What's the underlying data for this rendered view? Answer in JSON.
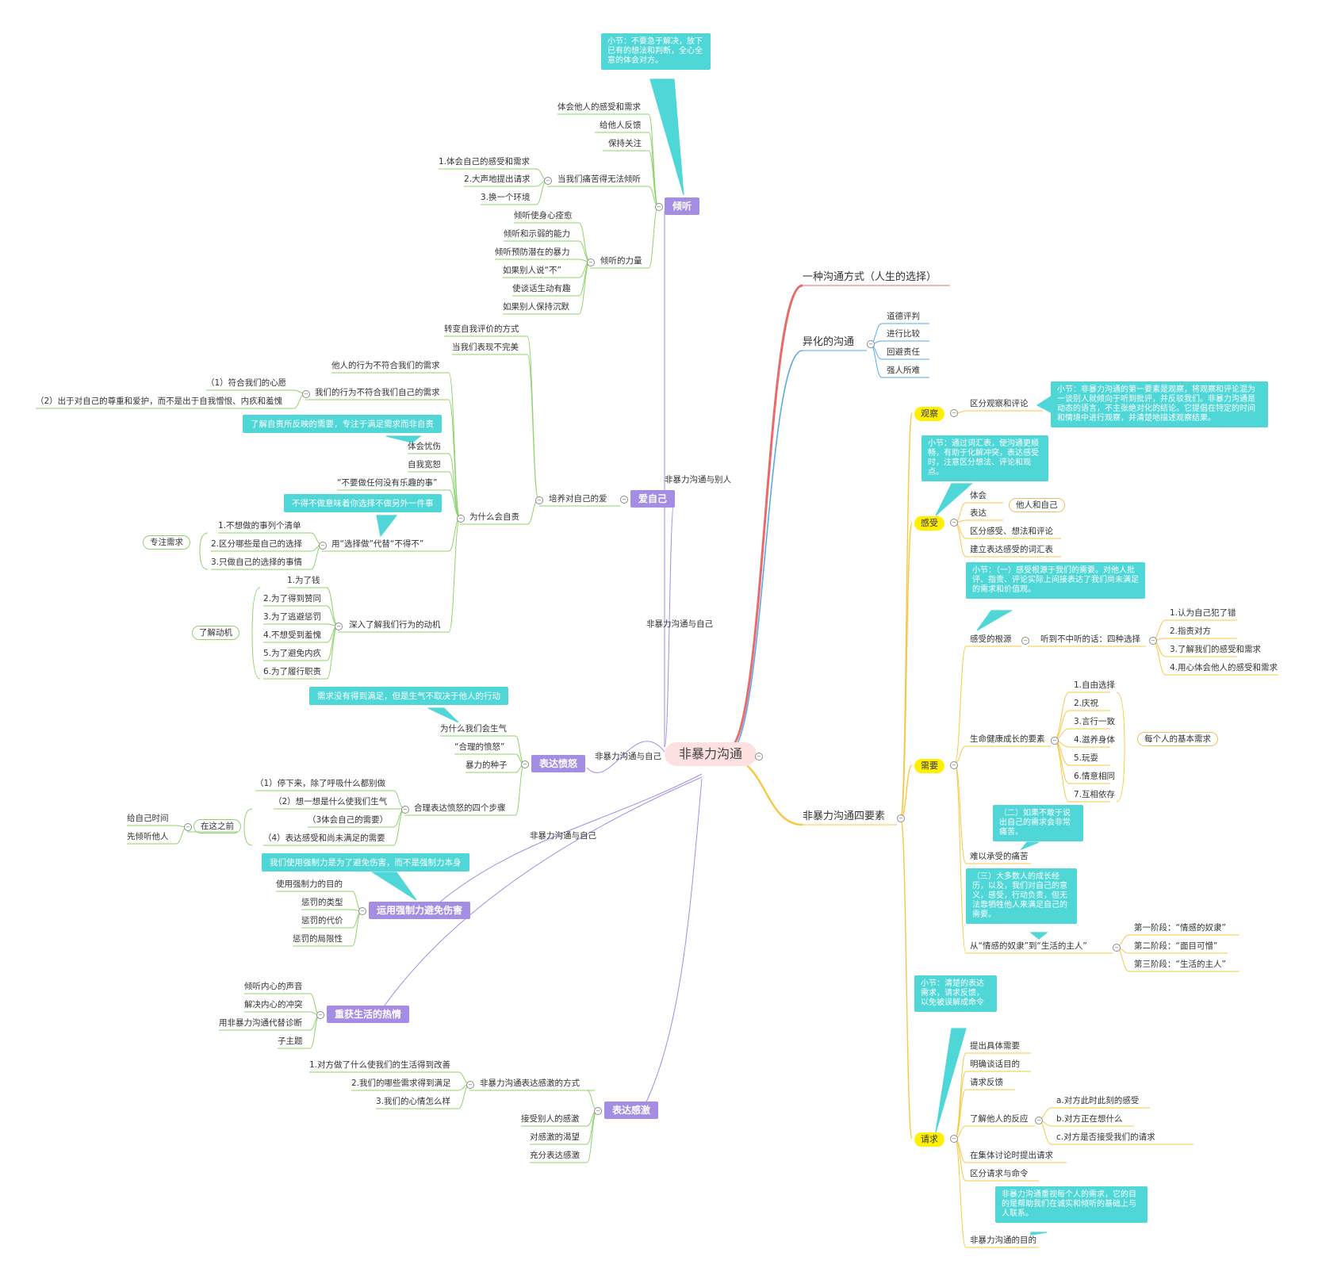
{
  "colors": {
    "green": "#8fd36e",
    "yellow": "#f7c846",
    "purple": "#a48de3",
    "teal": "#4fd6d6",
    "red": "#e96a6a",
    "blue": "#5aa8e6",
    "root_bg": "#fde0e0"
  },
  "root": "非暴力沟通",
  "relations": {
    "r1": "非暴力沟通与别人",
    "r2": "非暴力沟通与自己",
    "r3": "非暴力沟通与自己",
    "r4": "非暴力沟通与自己"
  },
  "right": {
    "choice": "一种沟通方式（人生的选择）",
    "alienated": {
      "title": "异化的沟通",
      "items": [
        "道德评判",
        "进行比较",
        "回避责任",
        "强人所难"
      ]
    },
    "four": {
      "title": "非暴力沟通四要素",
      "observe": {
        "label": "观察",
        "item": "区分观察和评论",
        "note": "小节：非暴力沟通的第一要素是观察，将观察和评论混为一谈别人就倾向于听到批评，并反驳我们。非暴力沟通是动态的语言，不主张绝对化的结论。它提倡在特定的时间和情境中进行观察，并清楚地描述观察结果。"
      },
      "feel": {
        "label": "感受",
        "note": "小节：通过词汇表，使沟通更顺畅，有助于化解冲突，表达感受时，注意区分想法、评论和观点。",
        "items": [
          "体会",
          "表达",
          "区分感受、想法和评论",
          "建立表达感受的词汇表"
        ],
        "pill": "他人和自己"
      },
      "need": {
        "label": "需要",
        "note1": "小节：（一）感受根源于我们的需要。对他人批评、指责、评论实际上间接表达了我们尚未满足的需求和价值观。",
        "root_label": "感受的根源",
        "listen_label": "听到不中听的话：四种选择",
        "listen_items": [
          "1.认为自己犯了错",
          "2.指责对方",
          "3.了解我们的感受和需求",
          "4.用心体会他人的感受和需求"
        ],
        "growth_label": "生命健康成长的要素",
        "growth_items": [
          "1.自由选择",
          "2.庆祝",
          "3.言行一致",
          "4.滋养身体",
          "5.玩耍",
          "6.情意相同",
          "7.互相依存"
        ],
        "growth_pill": "每个人的基本需求",
        "note2": "（二）如果不敢于说出自己的需求会非常痛苦。",
        "pain": "难以承受的痛苦",
        "note3": "（三）大多数人的成长经历，以及，我们对自己的意义，感受，行动负责，但无法靠牺牲他人来满足自己的需要。",
        "stage_label": "从“情感的奴隶”到“生活的主人”",
        "stages": [
          "第一阶段：“情感的奴隶”",
          "第二阶段：“面目可憎”",
          "第三阶段：“生活的主人”"
        ]
      },
      "request": {
        "label": "请求",
        "note1": "小节：清楚的表达需求，请求反馈，以免被误解成命令",
        "items": [
          "提出具体需要",
          "明确谈话目的",
          "请求反馈"
        ],
        "react_label": "了解他人的反应",
        "react_items": [
          "a.对方此时此刻的感受",
          "b.对方正在想什么",
          "c.对方是否接受我们的请求"
        ],
        "items2": [
          "在集体讨论时提出请求",
          "区分请求与命令"
        ],
        "note2": "非暴力沟通重视每个人的需求，它的目的是帮助我们在诚实和倾听的基础上与人联系。",
        "purpose": "非暴力沟通的目的"
      }
    }
  },
  "left": {
    "listen": {
      "label": "倾听",
      "note": "小节：不要急于解决，放下已有的想法和判断，全心全意的体会对方。",
      "items": [
        "体会他人的感受和需求",
        "给他人反馈",
        "保持关注"
      ],
      "pain_label": "当我们痛苦得无法倾听",
      "pain_items": [
        "1.体会自己的感受和需求",
        "2.大声地提出请求",
        "3.换一个环境"
      ],
      "power_label": "倾听的力量",
      "power_items": [
        "倾听使身心痊愈",
        "倾听和示弱的能力",
        "倾听预防潜在的暴力",
        "如果别人说“不”",
        "使谈话生动有趣",
        "如果别人保持沉默"
      ]
    },
    "love": {
      "label": "爱自己",
      "sub_label": "培养对自己的爱",
      "items": [
        "转变自我评价的方式",
        "当我们表现不完美"
      ],
      "why_label": "为什么会自责",
      "why_items": [
        "他人的行为不符合我们的需求"
      ],
      "mine_label": "我们的行为不符合我们自己的需求",
      "mine_items": [
        "（1）符合我们的心愿",
        "（2）出于对自己的尊重和爱护，而不是出于自我憎恨、内疚和羞愧"
      ],
      "cap1": "了解自责所反映的需要，专注于满足需求而非自责",
      "mid_items": [
        "体会忧伤",
        "自我宽恕",
        "“不要做任何没有乐趣的事”"
      ],
      "cap2": "不得不做意味着你选择不做另外一件事",
      "choose_label": "用“选择做”代替“不得不”",
      "choose_items": [
        "1.不想做的事列个清单",
        "2.区分哪些是自己的选择",
        "3.只做自己的选择的事情"
      ],
      "choose_pill": "专注需求",
      "motive_label": "深入了解我们行为的动机",
      "motive_items": [
        "1.为了钱",
        "2.为了得到赞同",
        "3.为了逃避惩罚",
        "4.不想受到羞愧",
        "5.为了避免内疚",
        "6.为了履行职责"
      ],
      "motive_pill": "了解动机"
    },
    "anger": {
      "label": "表达愤怒",
      "cap": "需求没有得到满足，但是生气不取决于他人的行动",
      "items": [
        "为什么我们会生气",
        "“合理的愤怒”",
        "暴力的种子"
      ],
      "steps_label": "合理表达愤怒的四个步骤",
      "steps": [
        "（1）停下来，除了呼吸什么都别做",
        "（2）想一想是什么使我们生气",
        "（3体会自己的需要）",
        "（4）表达感受和尚未满足的需要"
      ],
      "before_label": "在这之前",
      "before_items": [
        "给自己时间",
        "先倾听他人"
      ]
    },
    "force": {
      "label": "运用强制力避免伤害",
      "cap": "我们使用强制力是为了避免伤害，而不是强制力本身",
      "items": [
        "使用强制力的目的",
        "惩罚的类型",
        "惩罚的代价",
        "惩罚的局限性"
      ]
    },
    "passion": {
      "label": "重获生活的热情",
      "items": [
        "倾听内心的声音",
        "解决内心的冲突",
        "用非暴力沟通代替诊断",
        "子主题"
      ]
    },
    "thanks": {
      "label": "表达感激",
      "way_label": "非暴力沟通表达感激的方式",
      "way_items": [
        "1.对方做了什么使我们的生活得到改善",
        "2.我们的哪些需求得到满足",
        "3.我们的心情怎么样"
      ],
      "items": [
        "接受别人的感激",
        "对感激的渴望",
        "充分表达感激"
      ]
    }
  }
}
